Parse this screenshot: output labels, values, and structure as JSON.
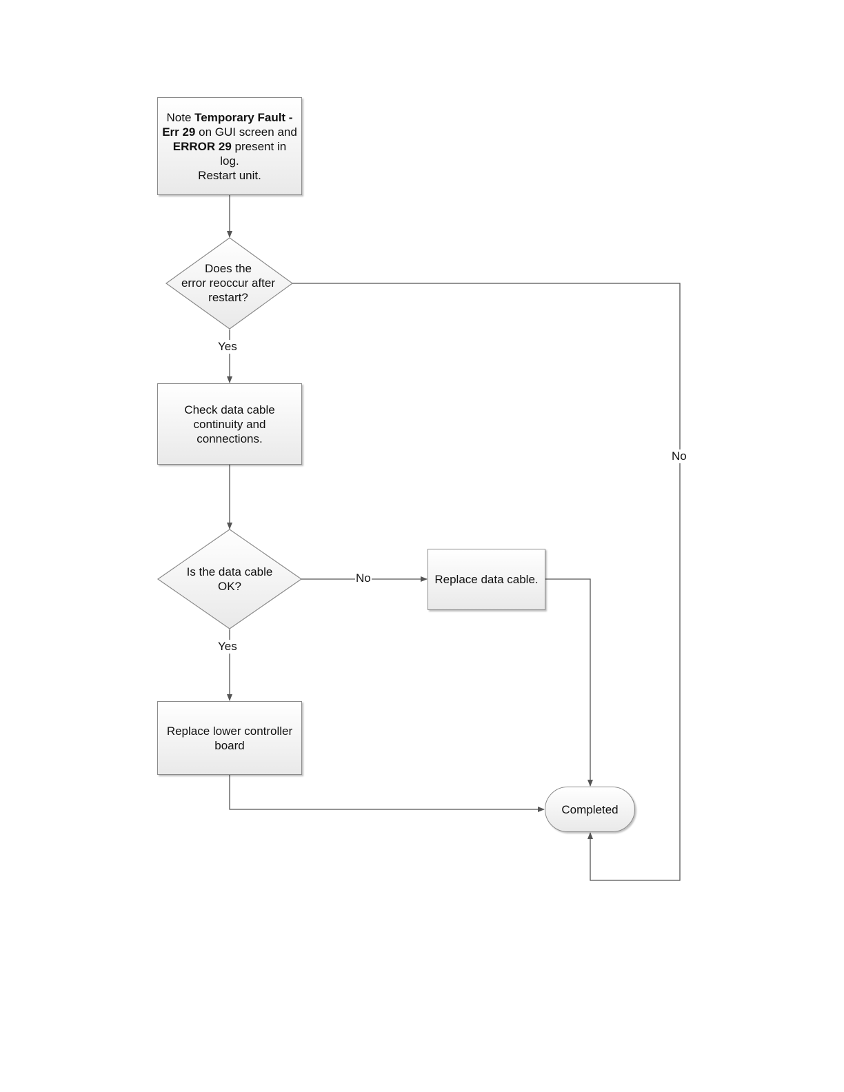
{
  "nodes": {
    "start": {
      "t1": "Note ",
      "b1": "Temporary Fault -",
      "b2": "Err 29",
      "t2": " on GUI screen and",
      "b3": "ERROR 29",
      "t3": " present in log.",
      "t4": "Restart unit."
    },
    "decision_reoccur": {
      "line1": "Does the",
      "line2": "error reoccur after",
      "line3": "restart?"
    },
    "check_cable": {
      "line1": "Check data cable",
      "line2": "continuity and",
      "line3": "connections."
    },
    "decision_cable_ok": {
      "line1": "Is the data cable",
      "line2": "OK?"
    },
    "replace_cable": {
      "label": "Replace data cable."
    },
    "replace_board": {
      "line1": "Replace lower controller",
      "line2": "board"
    },
    "completed": {
      "label": "Completed"
    }
  },
  "edges": {
    "reoccur_yes": "Yes",
    "reoccur_no": "No",
    "cable_no": "No",
    "cable_yes": "Yes"
  }
}
